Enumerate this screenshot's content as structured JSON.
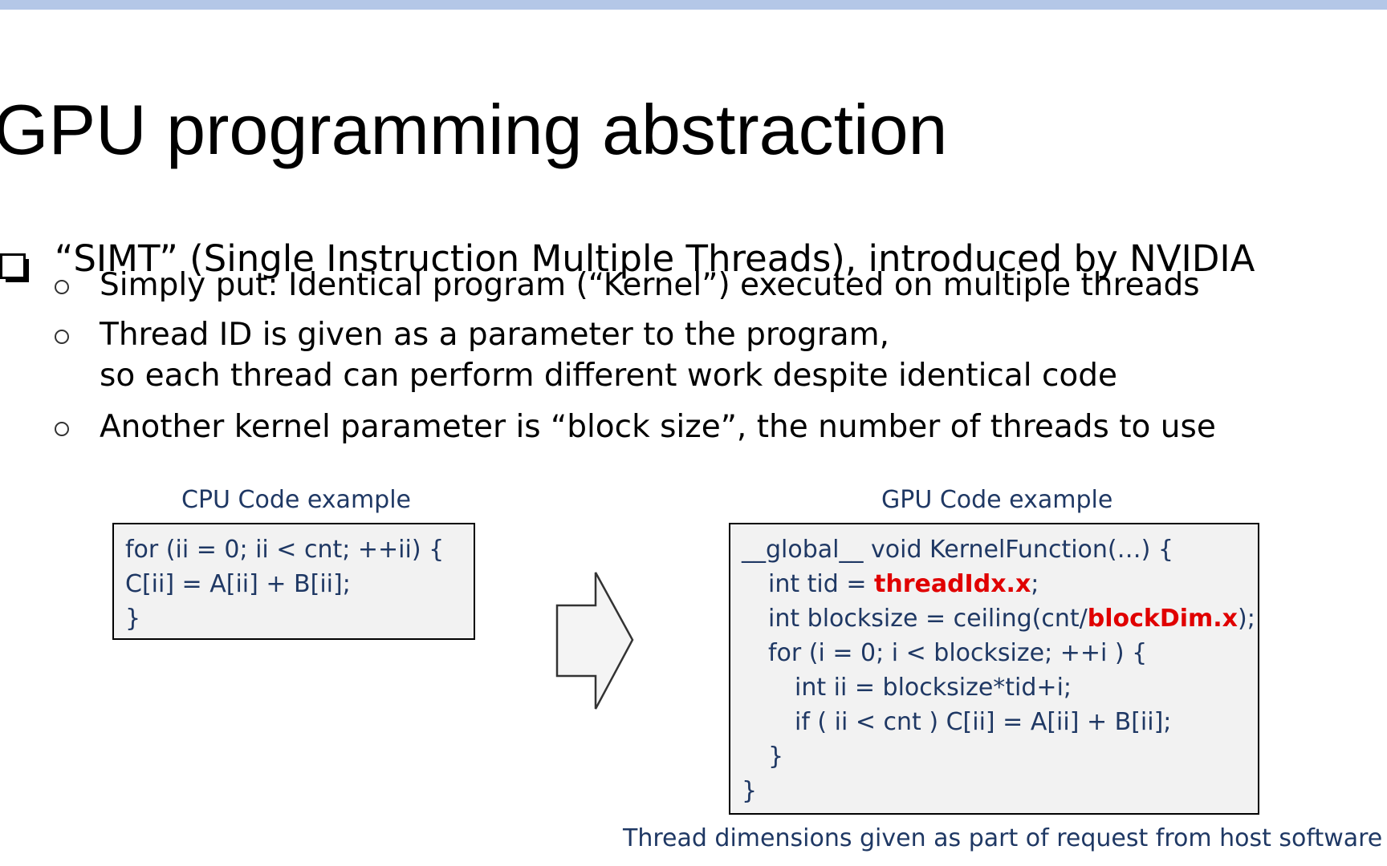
{
  "colors": {
    "top_bar": "#b4c7e7",
    "caption": "#1f3864",
    "code_text": "#1f3864",
    "highlight": "#e00000"
  },
  "slide": {
    "title": "GPU programming abstraction"
  },
  "bullets": {
    "main": {
      "icon": "checkbox-square-icon",
      "text": "“SIMT” (Single Instruction Multiple Threads), introduced by NVIDIA"
    },
    "sub": [
      {
        "icon": "circle-bullet-icon",
        "lines": [
          "Simply put: Identical program (“Kernel”) executed on multiple threads"
        ]
      },
      {
        "icon": "circle-bullet-icon",
        "lines": [
          "Thread ID is given as a parameter to the program,",
          "so each thread can perform different work despite identical code"
        ]
      },
      {
        "icon": "circle-bullet-icon",
        "lines": [
          "Another kernel parameter is “block size”, the number of threads to use"
        ]
      }
    ]
  },
  "cpu_example": {
    "caption": "CPU Code example",
    "lines": [
      "for (ii = 0; ii < cnt; ++ii) {",
      "C[ii] = A[ii] + B[ii];",
      "}"
    ]
  },
  "arrow": {
    "icon": "right-arrow-icon"
  },
  "gpu_example": {
    "caption": "GPU Code example",
    "lines": [
      {
        "indent": 0,
        "parts": [
          {
            "text": "__global__ void KernelFunction(…) {"
          }
        ]
      },
      {
        "indent": 1,
        "parts": [
          {
            "text": "int tid = "
          },
          {
            "text": "threadIdx.x",
            "highlight": true
          },
          {
            "text": ";"
          }
        ]
      },
      {
        "indent": 1,
        "parts": [
          {
            "text": "int blocksize = ceiling(cnt/"
          },
          {
            "text": "blockDim.x",
            "highlight": true
          },
          {
            "text": ");"
          }
        ]
      },
      {
        "indent": 1,
        "parts": [
          {
            "text": "for (i = 0; i < blocksize; ++i ) {"
          }
        ]
      },
      {
        "indent": 2,
        "parts": [
          {
            "text": "int ii = blocksize*tid+i;"
          }
        ]
      },
      {
        "indent": 2,
        "parts": [
          {
            "text": "if ( ii < cnt ) C[ii] = A[ii] + B[ii];"
          }
        ]
      },
      {
        "indent": 1,
        "parts": [
          {
            "text": "}"
          }
        ]
      },
      {
        "indent": 0,
        "parts": [
          {
            "text": "}"
          }
        ]
      }
    ],
    "footnote": "Thread dimensions given as part of request from host software"
  }
}
